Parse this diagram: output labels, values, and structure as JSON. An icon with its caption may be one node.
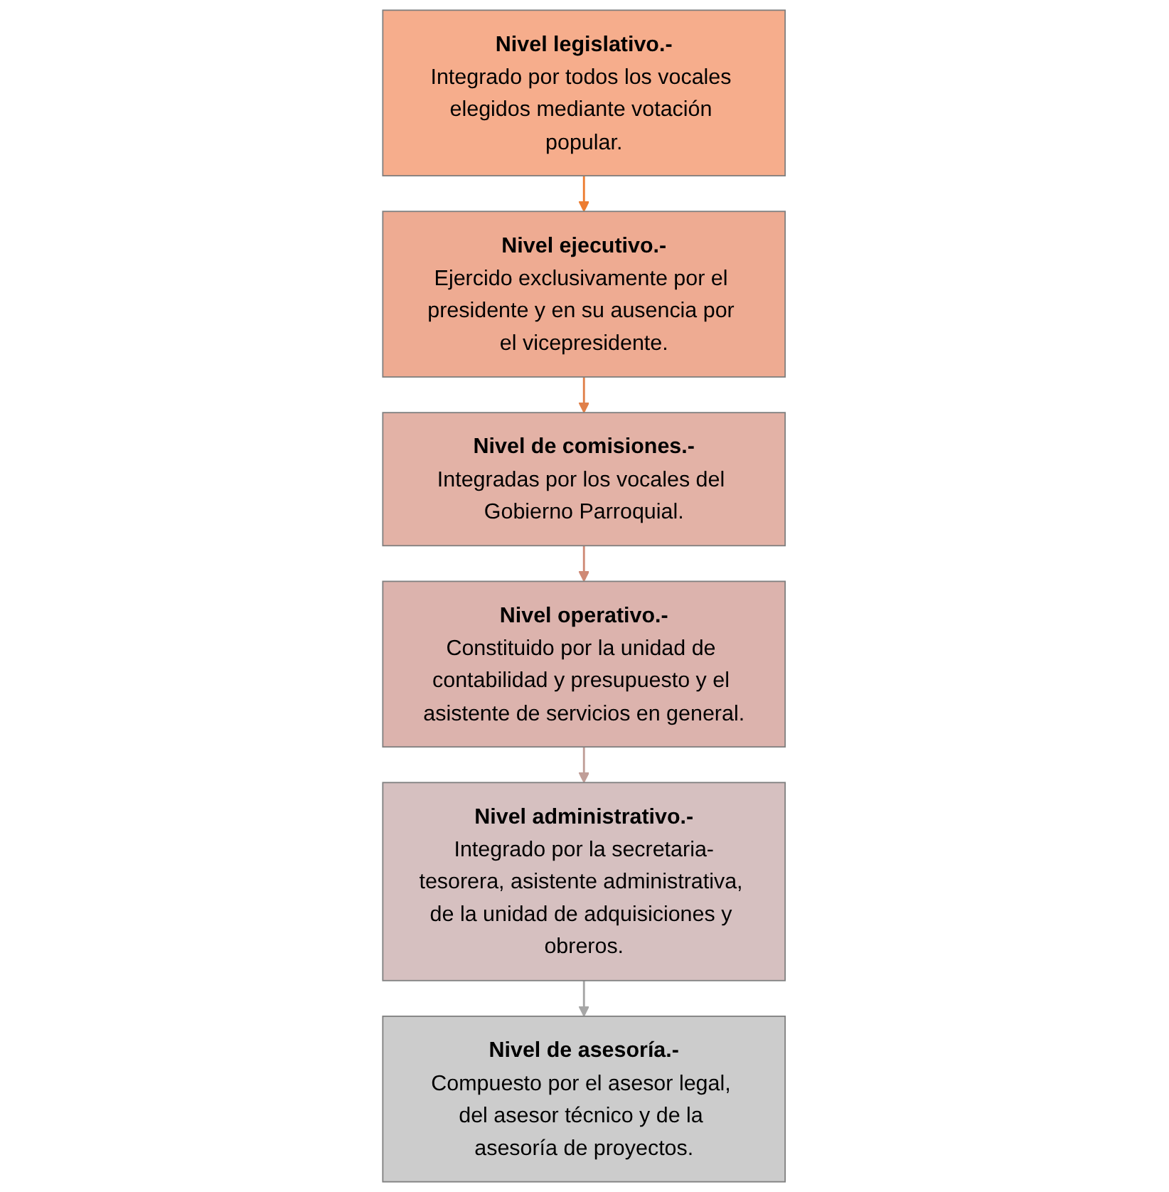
{
  "diagram": {
    "nodes": [
      {
        "text": [
          "Nivel legislativo.-",
          "Integrado por todos los vocales elegidos mediante votación popular."
        ]
      },
      {
        "text": [
          "Nivel ejecutivo.-",
          "Ejercido exclusivamente por el presidente y en su ausencia por el vicepresidente."
        ]
      },
      {
        "text": [
          "Nivel de comisiones.-",
          "Integradas por los vocales del Gobierno Parroquial."
        ]
      },
      {
        "text": [
          "Nivel operativo.-",
          "Constituido por la unidad de contabilidad y presupuesto y el asistente de servicios en general."
        ]
      },
      {
        "text": [
          "Nivel administrativo.-",
          "Integrado por la secretaria-tesorera, asistente administrativa, de la unidad de adquisiciones y obreros."
        ]
      },
      {
        "text": [
          "Nivel de asesoría.-",
          "Compuesto por el asesor legal, del asesor técnico y de la asesoría de proyectos."
        ]
      }
    ],
    "edges": [
      {
        "from": 0,
        "to": 1,
        "arrow": "to",
        "color": "#ed7d31"
      },
      {
        "from": 1,
        "to": 2,
        "arrow": "to",
        "color": "#e0804a"
      },
      {
        "from": 2,
        "to": 3,
        "arrow": "to",
        "color": "#cf8a76"
      },
      {
        "from": 3,
        "to": 4,
        "arrow": "to",
        "color": "#c09e98"
      },
      {
        "from": 4,
        "to": 5,
        "arrow": "to",
        "color": "#a6a6a6"
      }
    ]
  }
}
